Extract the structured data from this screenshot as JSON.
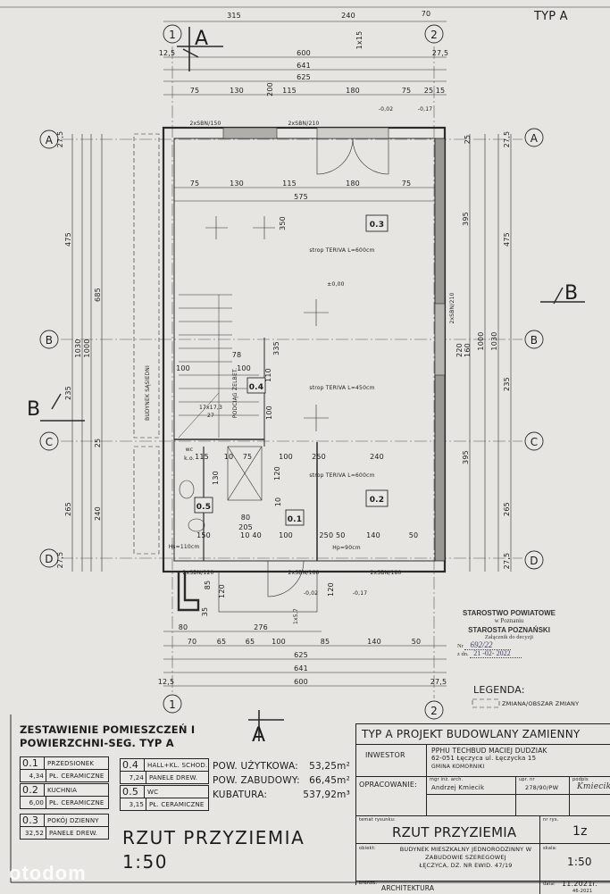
{
  "header": {
    "type_label": "TYP A"
  },
  "axes": {
    "col_1": "1",
    "col_2": "2",
    "row_a": "A",
    "row_b": "B",
    "row_c": "C",
    "row_d": "D",
    "section_a": "A",
    "section_b": "B"
  },
  "plan": {
    "rooms": [
      "0.1",
      "0.2",
      "0.3",
      "0.4",
      "0.5"
    ],
    "dimensions": [
      "315",
      "240",
      "70",
      "600",
      "641",
      "625",
      "75",
      "130",
      "200",
      "115",
      "180",
      "75",
      "25",
      "15",
      "12,5",
      "27,5",
      "1x15",
      "75",
      "130",
      "115",
      "180",
      "75",
      "575",
      "350",
      "100",
      "100",
      "78",
      "110",
      "335",
      "100",
      "115",
      "10",
      "75",
      "100",
      "250",
      "240",
      "130",
      "120",
      "10",
      "150",
      "10 40",
      "100",
      "250 50",
      "140",
      "50",
      "80",
      "205",
      "85",
      "120",
      "35",
      "120",
      "80",
      "276",
      "70",
      "65",
      "65",
      "100",
      "85",
      "140",
      "50",
      "625",
      "641",
      "600",
      "12,5",
      "27,5",
      "27,5",
      "475",
      "1030",
      "1000",
      "685",
      "235",
      "25",
      "265",
      "240",
      "27,5",
      "395",
      "475",
      "1000",
      "1030",
      "235",
      "395",
      "265",
      "27,5",
      "27,5",
      "25",
      "160",
      "220"
    ],
    "annotations": [
      "2xSBN/150",
      "2xSBN/210",
      "2xSBN/210",
      "2xSBN/120",
      "2xSBN/160",
      "2xSBN/180",
      "-0,02",
      "-0,17",
      "±0,00",
      "-0,02",
      "-0,17",
      "BUDYNEK SĄSIEDNI",
      "PODCIĄG ŻELBET.",
      "17x17,3",
      "27",
      "Hs=110cm",
      "Hp=90cm",
      "strop TERIVA L=600cm",
      "strop TERIVA L=450cm",
      "strop TERIVA L=600cm",
      "1x5,7",
      "wc",
      "k.o."
    ]
  },
  "stamp": {
    "line1": "STAROSTWO POWIATOWE",
    "line2": "w Poznaniu",
    "line3": "STAROSTA POZNAŃSKI",
    "line4": "Załącznik do decyzji",
    "nr_label": "Nr",
    "nr_value": "692/22",
    "date_label": "z dn.",
    "date_value": "21 -02- 2022"
  },
  "legend": {
    "title": "LEGENDA:",
    "item": "ZMIANA/OBSZAR ZMIANY"
  },
  "summary": {
    "title_line1": "ZESTAWIENIE POMIESZCZEŃ I",
    "title_line2": "POWIERZCHNI-SEG. TYP A",
    "rooms": [
      {
        "no": "0.1",
        "name": "PRZEDSIONEK",
        "area": "4,34",
        "floor": "PŁ. CERAMICZNE"
      },
      {
        "no": "0.2",
        "name": "KUCHNIA",
        "area": "6,00",
        "floor": "PŁ. CERAMICZNE"
      },
      {
        "no": "0.3",
        "name": "POKÓJ DZIENNY",
        "area": "32,52",
        "floor": "PANELE DREW."
      },
      {
        "no": "0.4",
        "name": "HALL+KL. SCHOD.",
        "area": "7,24",
        "floor": "PANELE DREW."
      },
      {
        "no": "0.5",
        "name": "WC",
        "area": "3,15",
        "floor": "PŁ. CERAMICZNE"
      }
    ],
    "stats": [
      {
        "label": "POW. UŻYTKOWA:",
        "value": "53,25m²"
      },
      {
        "label": "POW. ZABUDOWY:",
        "value": "66,45m²"
      },
      {
        "label": "KUBATURA:",
        "value": "537,92m³"
      }
    ],
    "drawing_title": "RZUT PRZYZIEMIA",
    "drawing_scale": "1:50"
  },
  "title_block": {
    "header": "TYP  A PROJEKT BUDOWLANY ZAMIENNY",
    "investor_label": "INWESTOR",
    "investor_line1": "PPHU TECHBUD MACIEJ DUDZIAK",
    "investor_line2": "62-051 Łęczyca ul. Łęczycka 15",
    "investor_line3": "GMINA KOMORNIKI",
    "prepared_label": "OPRACOWANIE:",
    "architect_title": "mgr inż. arch.",
    "architect_name": "Andrzej Kmiecik",
    "license_label": "upr. nr",
    "license_no": "278/90/PW",
    "signature_label": "podpis",
    "signature": "Kmiecik",
    "subject_label": "temat rysunku:",
    "subject": "RZUT PRZYZIEMIA",
    "drawing_no_label": "nr rys.",
    "drawing_no": "1z",
    "object_label": "obiekt:",
    "object_line1": "BUDYNEK MIESZKALNY JEDNORODZINNY W",
    "object_line2": "ZABUDOWIE SZEREGOWEJ",
    "object_line3": "ŁĘCZYCA, DZ. NR EWID. 47/19",
    "scale_label": "skala:",
    "scale": "1:50",
    "branch_label": "branża:",
    "branch": "ARCHITEKTURA",
    "date_label": "data:",
    "date": "11.2021r.",
    "project_no": "46-2021"
  },
  "watermark": "otodom"
}
